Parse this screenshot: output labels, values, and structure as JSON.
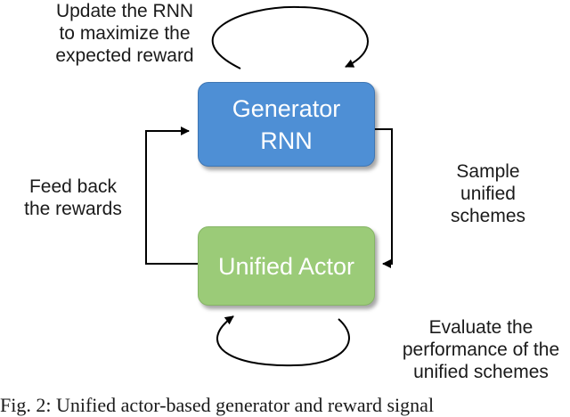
{
  "nodes": {
    "generator": {
      "line1": "Generator",
      "line2": "RNN",
      "color": "#4e8fd5"
    },
    "actor": {
      "label": "Unified Actor",
      "color": "#9bcb78"
    }
  },
  "labels": {
    "top": [
      "Update the RNN",
      "to maximize  the",
      "expected reward"
    ],
    "left": [
      "Feed back",
      "the rewards"
    ],
    "right": [
      "Sample",
      "unified",
      "schemes"
    ],
    "bottom": [
      "Evaluate the",
      "performance of the",
      "unified schemes"
    ]
  },
  "caption": "Fig. 2:  Unified actor-based generator and reward signal"
}
